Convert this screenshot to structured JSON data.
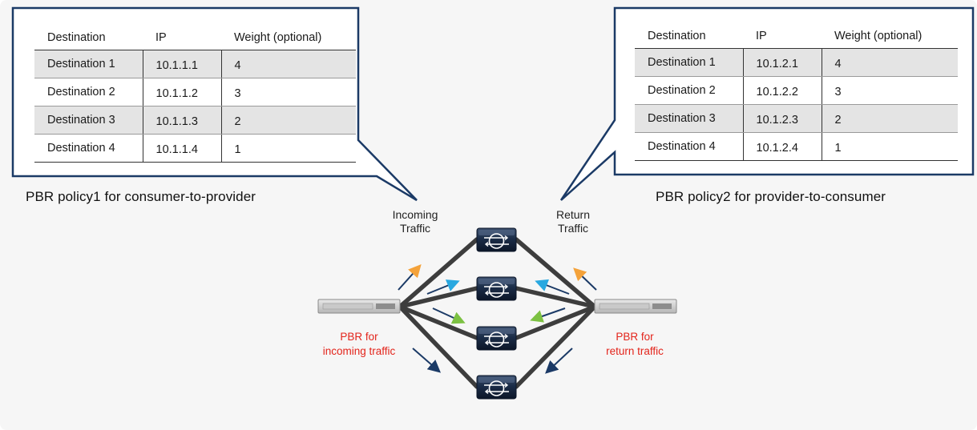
{
  "left_policy": {
    "title": "PBR policy1 for consumer-to-provider",
    "headers": [
      "Destination",
      "IP",
      "Weight (optional)"
    ],
    "rows": [
      {
        "dest": "Destination 1",
        "ip": "10.1.1.1",
        "weight": "4"
      },
      {
        "dest": "Destination 2",
        "ip": "10.1.1.2",
        "weight": "3"
      },
      {
        "dest": "Destination 3",
        "ip": "10.1.1.3",
        "weight": "2"
      },
      {
        "dest": "Destination 4",
        "ip": "10.1.1.4",
        "weight": "1"
      }
    ]
  },
  "right_policy": {
    "title": "PBR policy2 for provider-to-consumer",
    "headers": [
      "Destination",
      "IP",
      "Weight (optional)"
    ],
    "rows": [
      {
        "dest": "Destination 1",
        "ip": "10.1.2.1",
        "weight": "4"
      },
      {
        "dest": "Destination 2",
        "ip": "10.1.2.2",
        "weight": "3"
      },
      {
        "dest": "Destination 3",
        "ip": "10.1.2.3",
        "weight": "2"
      },
      {
        "dest": "Destination 4",
        "ip": "10.1.2.4",
        "weight": "1"
      }
    ]
  },
  "labels": {
    "incoming_line1": "Incoming",
    "incoming_line2": "Traffic",
    "return_line1": "Return",
    "return_line2": "Traffic",
    "pbr_incoming_line1": "PBR for",
    "pbr_incoming_line2": "incoming traffic",
    "pbr_return_line1": "PBR for",
    "pbr_return_line2": "return traffic"
  },
  "colors": {
    "frame": "#1b3a66",
    "link": "#3d3d3d",
    "pbr_label": "#e3241b",
    "arrow_orange": "#f4a23a",
    "arrow_cyan": "#29a8e0",
    "arrow_green": "#7cc142",
    "arrow_navy": "#1b3a66"
  },
  "icons": {
    "switch": "leaf-switch-icon",
    "service_node": "service-appliance-icon"
  }
}
